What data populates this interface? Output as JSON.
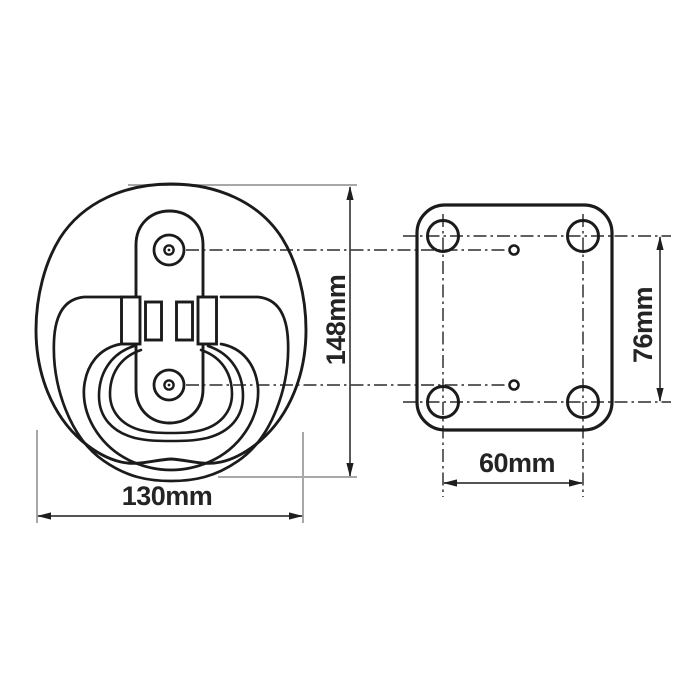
{
  "page": {
    "background": "#ffffff",
    "description": "Technical dimension drawing of a folding tie-down anchor ring (front view) and its mounting back plate (hole-pattern view)"
  },
  "drawing": {
    "front_view": {
      "title": "anchor-front-view",
      "width_label": "130mm",
      "height_label": "148mm"
    },
    "plate_view": {
      "title": "mounting-plate-view",
      "hole_spacing_horizontal_label": "60mm",
      "hole_spacing_vertical_label": "76mm"
    },
    "colors": {
      "outline": "#1b1b1b",
      "dimension_line": "#3c3c3c",
      "arrow": "#1e1e1e",
      "extension_line": "#a8a8a8",
      "centerline": "#4a4a4a",
      "label_text": "#242424"
    }
  }
}
